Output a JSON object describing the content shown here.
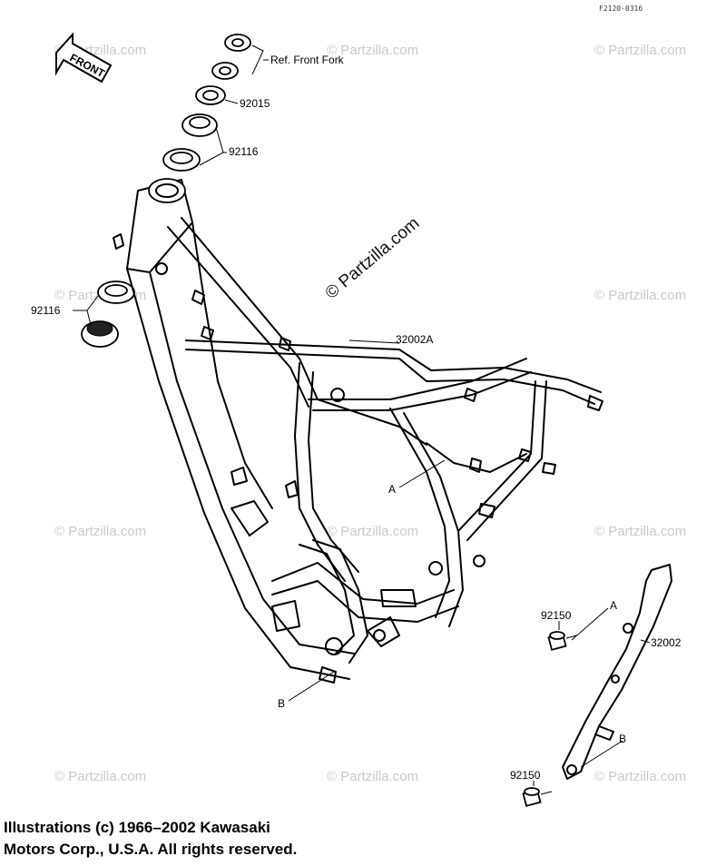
{
  "diagram_code": "F2120-0316",
  "front_label": "FRONT",
  "labels": {
    "ref_front_fork": "Ref. Front Fork",
    "p92015": "92015",
    "p92116_top": "92116",
    "p92116_left": "92116",
    "p32002A": "32002A",
    "ref_a_frame": "A",
    "ref_b_frame": "B",
    "p92150_top": "92150",
    "ref_a_rail": "A",
    "p32002": "32002",
    "ref_b_rail": "B",
    "p92150_bottom": "92150"
  },
  "watermark": {
    "text": "© Partzilla.com",
    "center_text": "© Partzilla.com"
  },
  "copyright": {
    "line1": "Illustrations (c) 1966–2002 Kawasaki",
    "line2": "Motors Corp., U.S.A.  All rights reserved."
  }
}
